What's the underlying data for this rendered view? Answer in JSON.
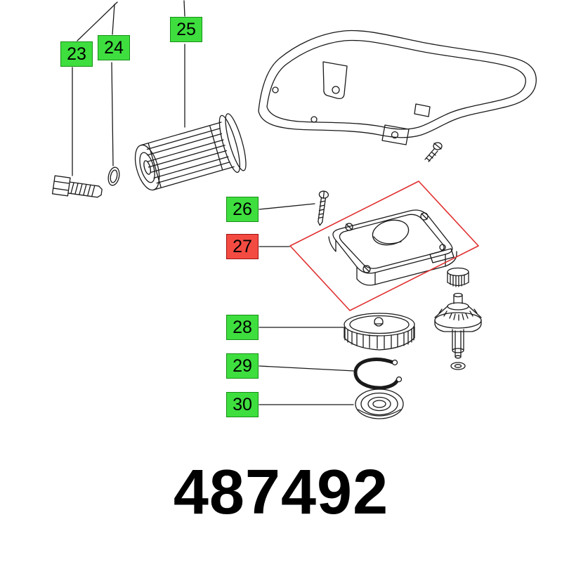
{
  "page": {
    "part_number": "487492"
  },
  "labels": [
    {
      "id": "23",
      "style": "green"
    },
    {
      "id": "24",
      "style": "green"
    },
    {
      "id": "25",
      "style": "green"
    },
    {
      "id": "26",
      "style": "green"
    },
    {
      "id": "27",
      "style": "red"
    },
    {
      "id": "28",
      "style": "green"
    },
    {
      "id": "29",
      "style": "green"
    },
    {
      "id": "30",
      "style": "green"
    }
  ],
  "colors": {
    "label_green": "#3ede3e",
    "label_red": "#f34b42",
    "highlight_box": "#e03030",
    "line": "#1a1a1a",
    "background": "#ffffff"
  }
}
